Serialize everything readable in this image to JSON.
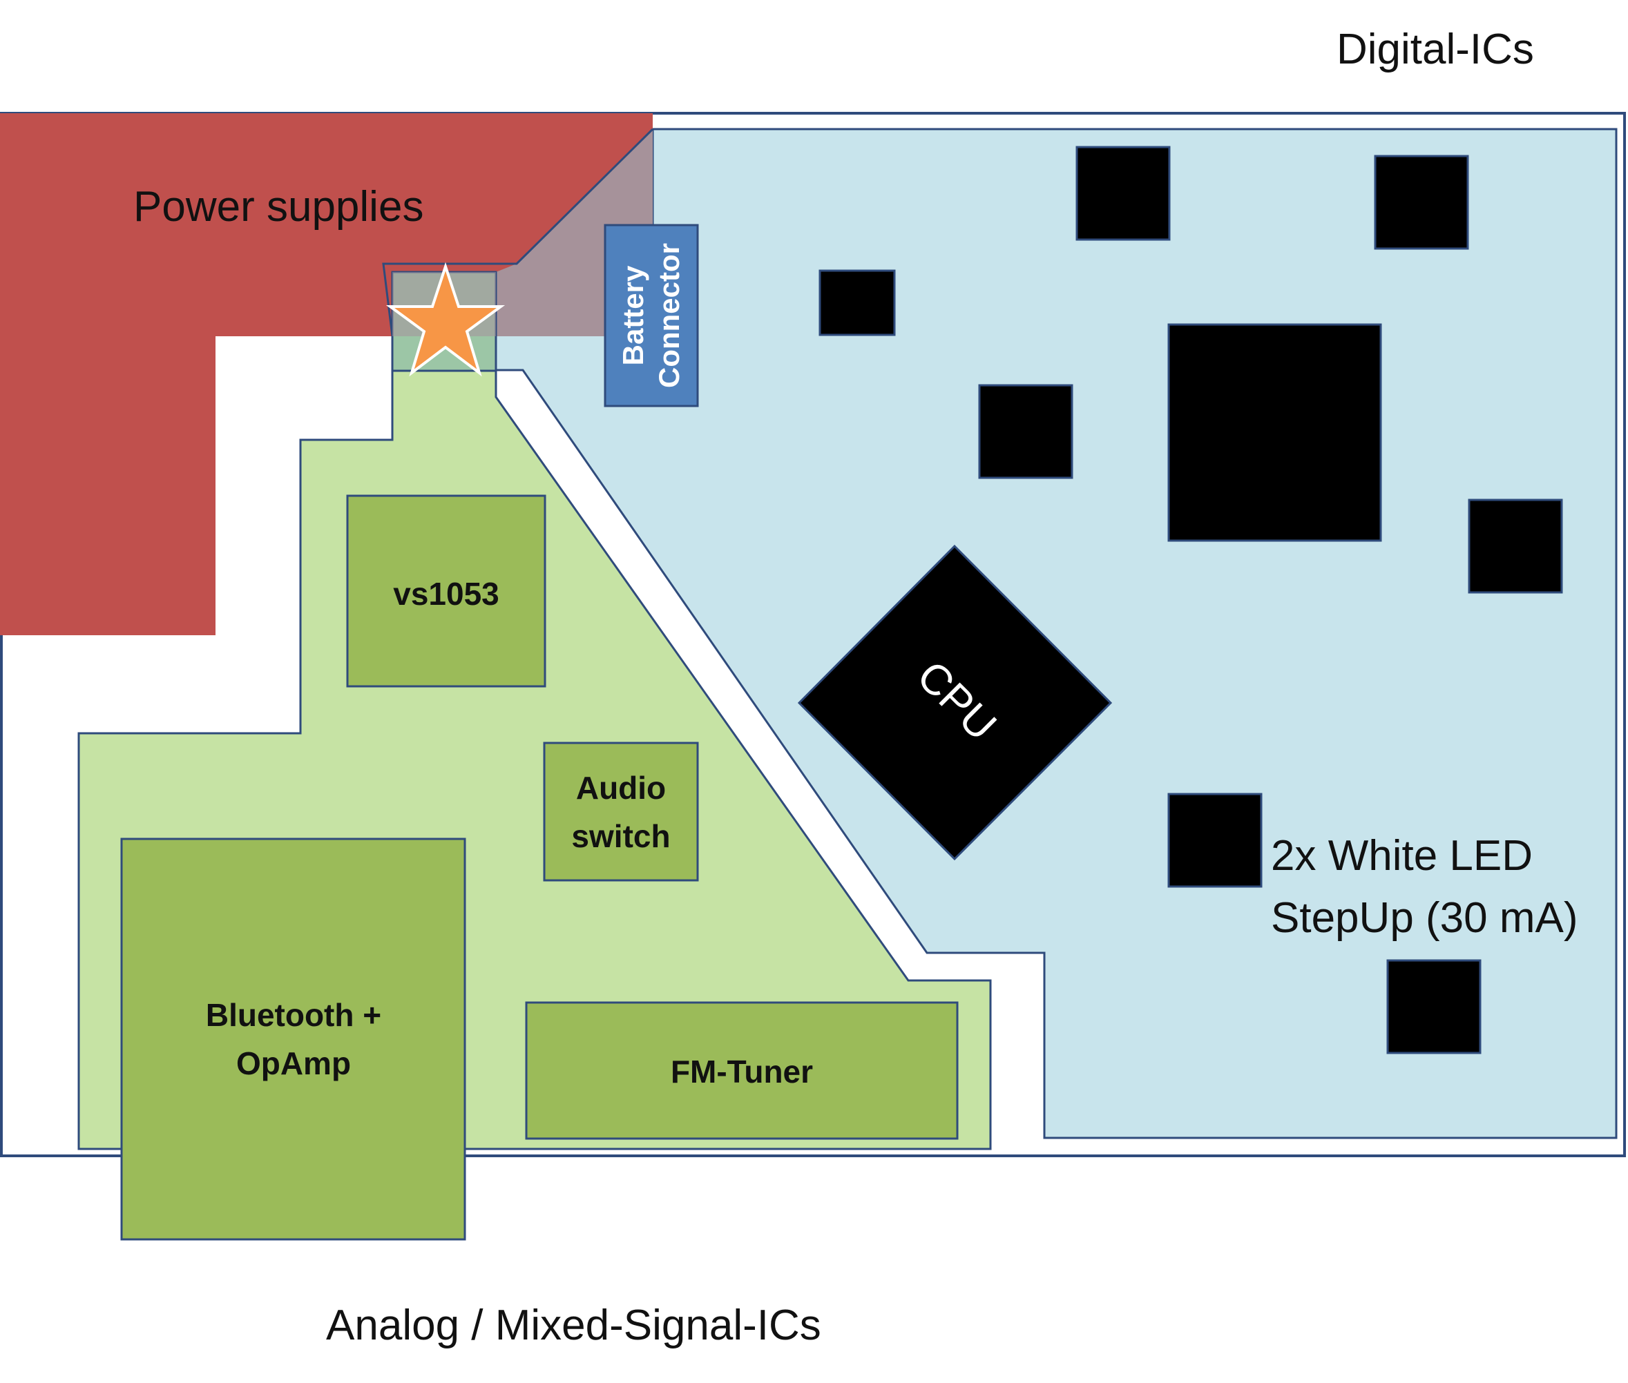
{
  "labels": {
    "digital_region": "Digital-ICs",
    "analog_region": "Analog / Mixed-Signal-ICs",
    "power_region": "Power supplies",
    "battery_connector_line1": "Battery",
    "battery_connector_line2": "Connector",
    "vs1053": "vs1053",
    "audio_switch_line1": "Audio",
    "audio_switch_line2": "switch",
    "bluetooth_line1": "Bluetooth +",
    "bluetooth_line2": "OpAmp",
    "fm_tuner": "FM-Tuner",
    "cpu": "CPU",
    "led_stepup_line1": "2x White LED",
    "led_stepup_line2": "StepUp (30 mA)"
  },
  "colors": {
    "power": "#c0504d",
    "digital": "#c8e4ec",
    "analog": "#c6e3a4",
    "analog_block": "#9bbb59",
    "chip": "#000000",
    "connector": "#4f81bd",
    "star": "#f79646",
    "outline": "#2f4b7c"
  },
  "icons": {
    "ground_point": "star-icon"
  }
}
